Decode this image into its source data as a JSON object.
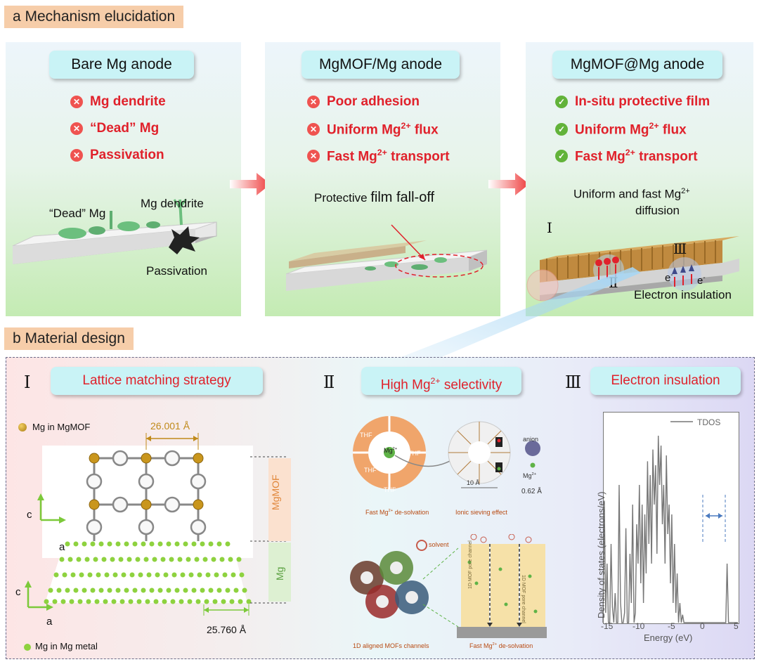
{
  "section_a": {
    "label": "a Mechanism elucidation"
  },
  "section_b": {
    "label": "b Material design"
  },
  "panel1": {
    "title": "Bare Mg anode",
    "features": [
      "Mg dendrite",
      "“Dead” Mg",
      "Passivation"
    ],
    "labels": {
      "dead": "“Dead” Mg",
      "dendrite": "Mg dendrite",
      "passivation": "Passivation"
    }
  },
  "panel2": {
    "title": "MgMOF/Mg anode",
    "features": [
      "Poor adhesion",
      "Uniform Mg",
      "flux",
      "Fast Mg",
      "transport"
    ],
    "caption_a": "Protective ",
    "caption_b": "film fall-off"
  },
  "panel3": {
    "title": "MgMOF@Mg anode",
    "features": [
      "In-situ protective film",
      "Uniform Mg",
      "flux",
      "Fast Mg",
      "transport"
    ],
    "diff_a": "Uniform and fast Mg",
    "diff_b": "diffusion",
    "roman1": "Ⅰ",
    "roman2": "Ⅱ",
    "roman3": "Ⅲ",
    "electron_label": "Electron insulation",
    "e": "e",
    "charge": "-",
    "charge2": "2+"
  },
  "design1": {
    "roman": "Ⅰ",
    "title": "Lattice matching strategy",
    "legend_mof": "Mg in MgMOF",
    "legend_metal": "Mg in Mg metal",
    "dim_top": "26.001 Å",
    "dim_bottom": "25.760 Å",
    "axis_c": "c",
    "axis_a": "a",
    "layer_mof": "MgMOF",
    "layer_mg": "Mg"
  },
  "design2": {
    "roman": "Ⅱ",
    "title_a": "High Mg",
    "title_b": " selectivity",
    "thf": "THF",
    "mg_ion": "Mg",
    "anion": "anion",
    "size": "0.62 Å",
    "pore": "10 Å",
    "cap_desolv": "Fast Mg",
    "cap_desolv_b": " de-solvation",
    "cap_sieve": "Ionic sieving effect",
    "solvent": "solvent",
    "cap_channels": "1D aligned MOFs channels",
    "cap_desolv2": "Fast Mg",
    "cap_desolv2_b": " de-solvation",
    "pore_channel": "1D MOF pore channel"
  },
  "design3": {
    "roman": "Ⅲ",
    "title": "Electron insulation"
  },
  "chart_data": {
    "type": "line",
    "title": "",
    "xlabel": "Energy (eV)",
    "ylabel": "Density of states (electrons/eV)",
    "xlim": [
      -15,
      5
    ],
    "xticks": [
      "-15",
      "-10",
      "-5",
      "0",
      "5"
    ],
    "legend": "TDOS",
    "series": [
      {
        "name": "TDOS",
        "x": [
          -15,
          -14.8,
          -14.6,
          -14.4,
          -14.2,
          -14,
          -13.8,
          -13.6,
          -13.4,
          -13.2,
          -13,
          -12.8,
          -12.6,
          -12.4,
          -12.2,
          -12,
          -11.8,
          -11.6,
          -11.4,
          -11.2,
          -11,
          -10.8,
          -10.6,
          -10.4,
          -10.2,
          -10,
          -9.8,
          -9.6,
          -9.4,
          -9.2,
          -9,
          -8.8,
          -8.6,
          -8.4,
          -8.2,
          -8,
          -7.8,
          -7.6,
          -7.4,
          -7.2,
          -7,
          -6.8,
          -6.6,
          -6.4,
          -6.2,
          -6,
          -5.8,
          -5.6,
          -5.4,
          -5.2,
          -5,
          -4.8,
          -4.6,
          -4.4,
          -4.2,
          -4,
          -3.8,
          -3.6,
          -3.4,
          -3.2,
          -3,
          -2.8,
          -2.6,
          -2.4,
          -2.2,
          -2,
          -1.8,
          -1.6,
          -1.4,
          -1.2,
          -1,
          -0.8,
          -0.6,
          -0.4,
          -0.2,
          0,
          0.4,
          0.8,
          1.2,
          1.6,
          2,
          2.4,
          2.8,
          3.2,
          3.4,
          3.6,
          4,
          4.4,
          4.8,
          5
        ],
        "y": [
          0,
          62,
          5,
          30,
          0,
          0,
          40,
          8,
          0,
          15,
          0,
          0,
          70,
          10,
          0,
          0,
          5,
          48,
          0,
          0,
          35,
          10,
          60,
          0,
          5,
          50,
          30,
          70,
          20,
          60,
          10,
          55,
          25,
          82,
          40,
          75,
          30,
          88,
          60,
          80,
          35,
          95,
          70,
          90,
          50,
          70,
          30,
          85,
          45,
          60,
          20,
          55,
          10,
          40,
          5,
          25,
          0,
          10,
          0,
          4,
          0,
          0,
          0,
          0,
          0,
          0,
          0,
          0,
          0,
          0,
          0,
          0,
          0,
          0,
          0,
          0,
          0,
          0,
          0,
          0,
          0,
          0,
          0,
          0,
          30,
          0,
          0,
          0,
          0,
          0
        ]
      }
    ],
    "annotation": "double-headed arrow between dashed lines near gap"
  }
}
